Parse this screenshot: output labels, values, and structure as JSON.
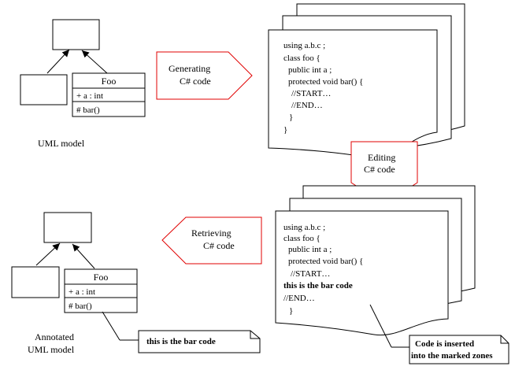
{
  "top_uml": {
    "class_name": "Foo",
    "attribute": "+ a : int",
    "operation": "# bar()",
    "caption": "UML model"
  },
  "generate_arrow": {
    "line1": "Generating",
    "line2": "C# code"
  },
  "top_code": [
    "using  a.b.c ;",
    "class foo {",
    "public int a ;",
    "protected void bar() {",
    "//START…",
    "//END…",
    "}",
    "}"
  ],
  "edit_arrow": {
    "line1": "Editing",
    "line2": "C#  code"
  },
  "retrieve_arrow": {
    "line1": "Retrieving",
    "line2": "C# code"
  },
  "bottom_code": [
    "using  a.b.c ;",
    "class foo {",
    "public int a ;",
    "protected void bar() {",
    "//START…",
    "this is the bar code",
    "//END…",
    "}"
  ],
  "bottom_uml": {
    "class_name": "Foo",
    "attribute": "+ a : int",
    "operation": "# bar()",
    "caption_line1": "Annotated",
    "caption_line2": "UML model"
  },
  "note_bar": "this is the bar code",
  "note_inserted": {
    "line1": "Code is inserted",
    "line2": "into the marked zones"
  },
  "colors": {
    "arrow_outline": "#e00000",
    "line": "#000000",
    "background": "#ffffff"
  }
}
